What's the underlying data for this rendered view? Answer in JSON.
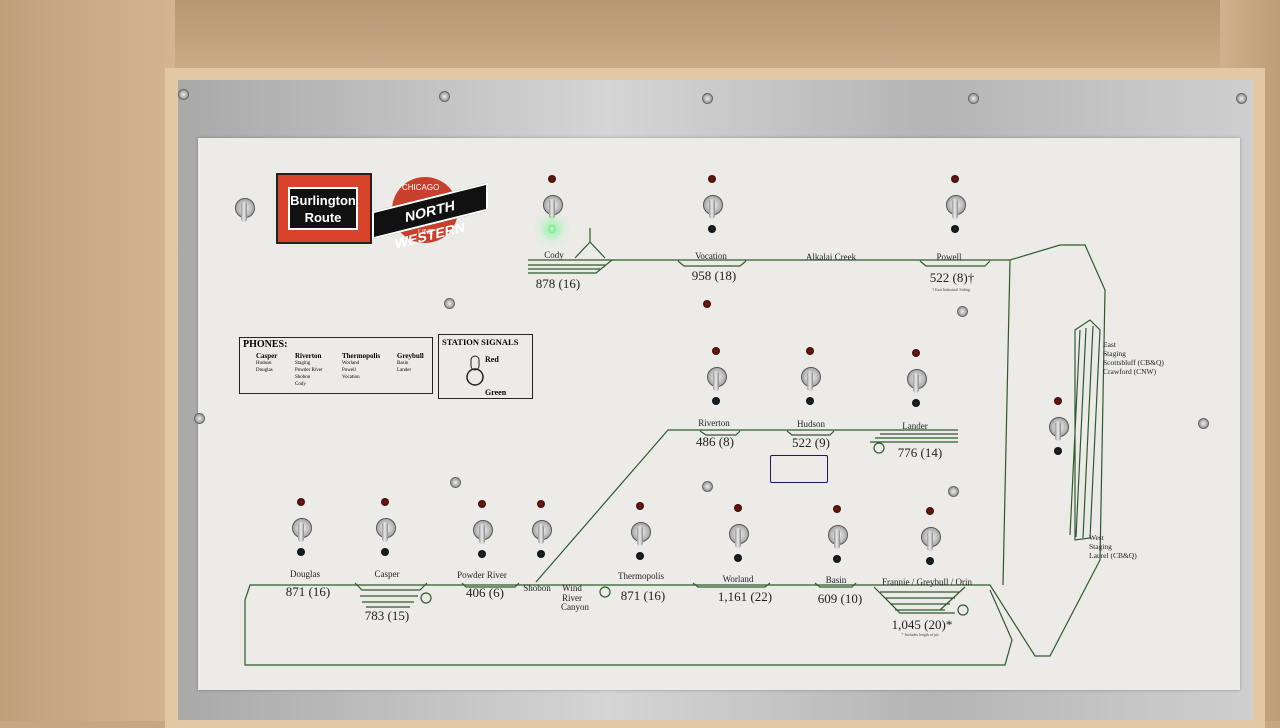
{
  "logos": {
    "burlington": "Burlington Route",
    "cnw_top": "CHICAGO",
    "cnw_main": "NORTH WESTERN",
    "cnw_bottom": "LINE"
  },
  "phones": {
    "title": "PHONES:",
    "groups": [
      {
        "name": "Casper",
        "items": [
          "Hudson",
          "Douglas"
        ]
      },
      {
        "name": "Riverton",
        "items": [
          "Staging",
          "Powder River",
          "Shobon",
          "Cody"
        ]
      },
      {
        "name": "Thermopolis",
        "items": [
          "Worland",
          "Powell",
          "Vocation"
        ]
      },
      {
        "name": "Greybull",
        "items": [
          "Basin",
          "Lander"
        ]
      }
    ]
  },
  "signals_legend": {
    "title": "STATION SIGNALS",
    "up": "Red",
    "down": "Green"
  },
  "top_line": {
    "cody": {
      "name": "Cody",
      "capacity": "878 (16)"
    },
    "vocation": {
      "name": "Vocation",
      "capacity": "958 (18)"
    },
    "alkalai": "Alkalai Creek",
    "powell": {
      "name": "Powell",
      "capacity": "522 (8)†",
      "note": "† East Industrial Siding"
    }
  },
  "mid_line": {
    "riverton": {
      "name": "Riverton",
      "capacity": "486 (8)"
    },
    "hudson": {
      "name": "Hudson",
      "capacity": "522 (9)"
    },
    "lander": {
      "name": "Lander",
      "capacity": "776 (14)"
    }
  },
  "bottom_line": {
    "douglas": {
      "name": "Douglas",
      "capacity": "871 (16)"
    },
    "casper": {
      "name": "Casper",
      "capacity": "783 (15)"
    },
    "powder": {
      "name": "Powder River",
      "capacity": "406 (6)"
    },
    "shobon": "Shobon",
    "wind": [
      "Wind",
      "River",
      "Canyon"
    ],
    "thermopolis": {
      "name": "Thermopolis",
      "capacity": "871 (16)"
    },
    "worland": {
      "name": "Worland",
      "capacity": "1,161 (22)"
    },
    "basin": {
      "name": "Basin",
      "capacity": "609 (10)"
    },
    "frannie": {
      "name": "Frannie / Greybull / Orin",
      "capacity": "1,045 (20)*",
      "note": "* Includes length of pit"
    }
  },
  "staging": {
    "east": [
      "East",
      "Staging",
      "Scottsbluff (CB&Q)",
      "Crawford (CNW)"
    ],
    "west": [
      "West",
      "Staging",
      "Laurel (CB&Q)"
    ]
  },
  "colors": {
    "track": "#2f5a2f",
    "led_red": "#7a1a12",
    "led_green_lit": "#3ee06a"
  }
}
